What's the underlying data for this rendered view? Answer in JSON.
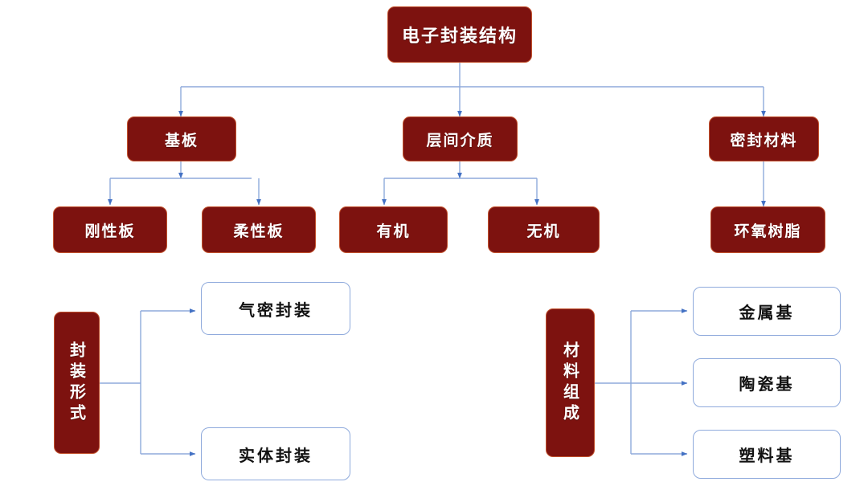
{
  "theme": {
    "node_fill": "#7d120f",
    "node_border": "#c1502c",
    "node_text": "#ffffff",
    "outline_box_fill": "#ffffff",
    "outline_box_border": "#8faadc",
    "outline_box_text": "#121212",
    "connector_color": "#8faadc",
    "arrow_color": "#4472c4",
    "background": "#ffffff"
  },
  "diagram": {
    "type": "hierarchy-tree",
    "tree_top": {
      "root": {
        "label": "电子封装结构"
      },
      "level2": [
        {
          "label": "基板"
        },
        {
          "label": "层间介质"
        },
        {
          "label": "密封材料"
        }
      ],
      "level3": [
        {
          "label": "刚性板",
          "parent": "基板"
        },
        {
          "label": "柔性板",
          "parent": "基板"
        },
        {
          "label": "有机",
          "parent": "层间介质"
        },
        {
          "label": "无机",
          "parent": "层间介质"
        },
        {
          "label": "环氧树脂",
          "parent": "密封材料"
        }
      ]
    },
    "group_left": {
      "root": {
        "label": "封装形式"
      },
      "children": [
        {
          "label": "气密封装"
        },
        {
          "label": "实体封装"
        }
      ]
    },
    "group_right": {
      "root": {
        "label": "材料组成"
      },
      "children": [
        {
          "label": "金属基"
        },
        {
          "label": "陶瓷基"
        },
        {
          "label": "塑料基"
        }
      ]
    }
  }
}
